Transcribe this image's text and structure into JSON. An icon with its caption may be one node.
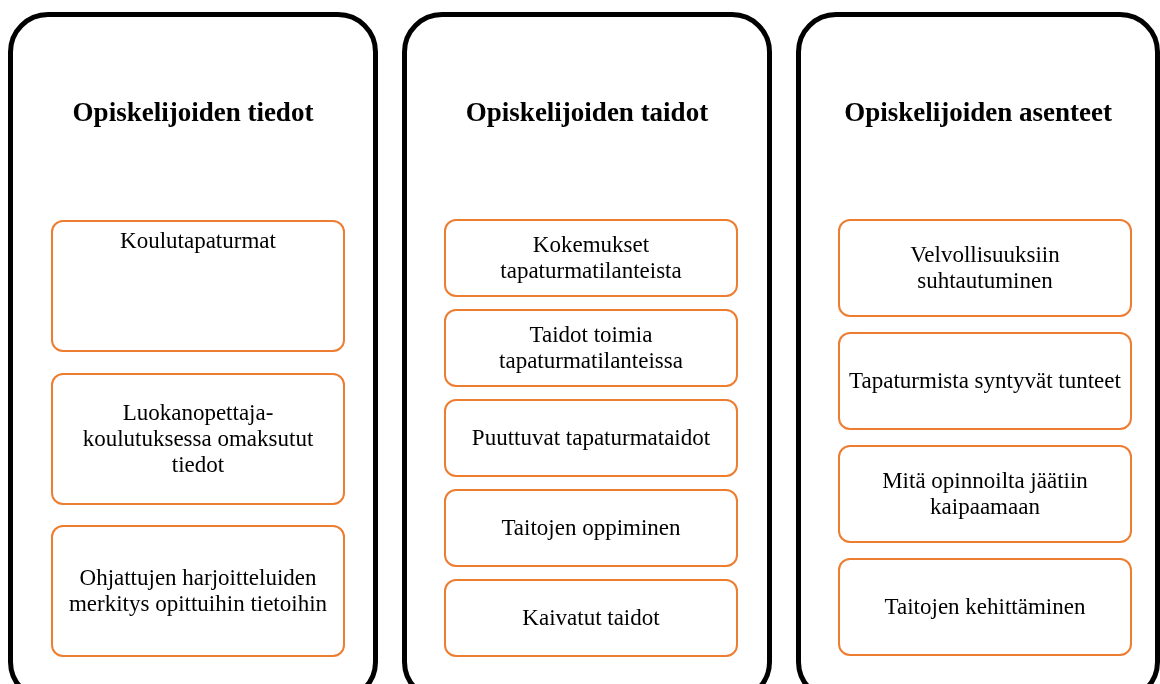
{
  "diagram": {
    "nodes": [
      {
        "text": [
          "Opiskelijoiden tiedot"
        ]
      },
      {
        "text": [
          "Koulutapaturmat"
        ],
        "in": 0
      },
      {
        "text": [
          "Luokanopettaja-koulutuksessa omaksutut tiedot"
        ],
        "in": 0
      },
      {
        "text": [
          "Ohjattujen harjoitteluiden merkitys opittuihin tietoihin"
        ],
        "in": 0
      },
      {
        "text": [
          "Opiskelijoiden taidot"
        ]
      },
      {
        "text": [
          "Kokemukset tapaturmatilanteista"
        ],
        "in": 4
      },
      {
        "text": [
          "Taidot toimia tapaturmatilanteissa"
        ],
        "in": 4
      },
      {
        "text": [
          "Puuttuvat tapaturmataidot"
        ],
        "in": 4
      },
      {
        "text": [
          "Taitojen oppiminen"
        ],
        "in": 4
      },
      {
        "text": [
          "Kaivatut taidot"
        ],
        "in": 4
      },
      {
        "text": [
          "Opiskelijoiden asenteet"
        ]
      },
      {
        "text": [
          "Velvollisuuksiin suhtautuminen"
        ],
        "in": 10
      },
      {
        "text": [
          "Tapaturmista syntyvät tunteet"
        ],
        "in": 10
      },
      {
        "text": [
          "Mitä opinnoilta jäätiin kaipaamaan"
        ],
        "in": 10
      },
      {
        "text": [
          "Taitojen kehittäminen"
        ],
        "in": 10
      }
    ]
  }
}
